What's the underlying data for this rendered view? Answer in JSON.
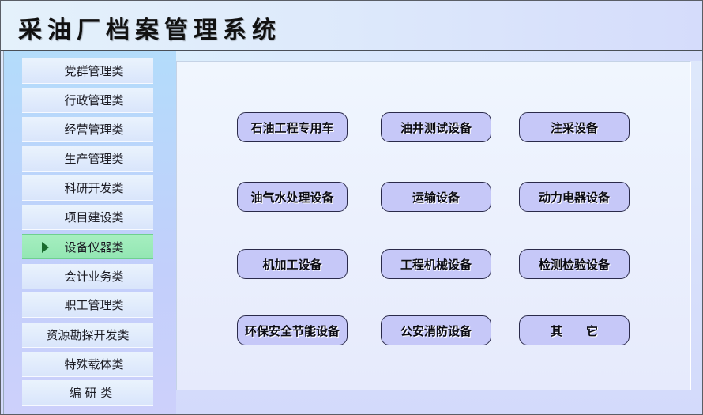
{
  "header": {
    "title": "采油厂档案管理系统"
  },
  "sidebar": {
    "active_index": 6,
    "items": [
      {
        "label": "党群管理类"
      },
      {
        "label": "行政管理类"
      },
      {
        "label": "经营管理类"
      },
      {
        "label": "生产管理类"
      },
      {
        "label": "科研开发类"
      },
      {
        "label": "项目建设类"
      },
      {
        "label": "设备仪器类",
        "active": true,
        "icon": "triangle-right-icon"
      },
      {
        "label": "会计业务类"
      },
      {
        "label": "职工管理类"
      },
      {
        "label": "资源勘探开发类"
      },
      {
        "label": "特殊载体类"
      },
      {
        "label": "编 研 类"
      }
    ]
  },
  "main": {
    "buttons": [
      {
        "label": "石油工程专用车"
      },
      {
        "label": "油井测试设备"
      },
      {
        "label": "注采设备"
      },
      {
        "label": "油气水处理设备"
      },
      {
        "label": "运输设备"
      },
      {
        "label": "动力电器设备"
      },
      {
        "label": "机加工设备"
      },
      {
        "label": "工程机械设备"
      },
      {
        "label": "检测检验设备"
      },
      {
        "label": "环保安全节能设备"
      },
      {
        "label": "公安消防设备"
      },
      {
        "label": "其　　它"
      }
    ]
  },
  "colors": {
    "button_fill": "#c6c8f8",
    "active_item": "#a6efc0",
    "active_arrow": "#196b2e"
  }
}
